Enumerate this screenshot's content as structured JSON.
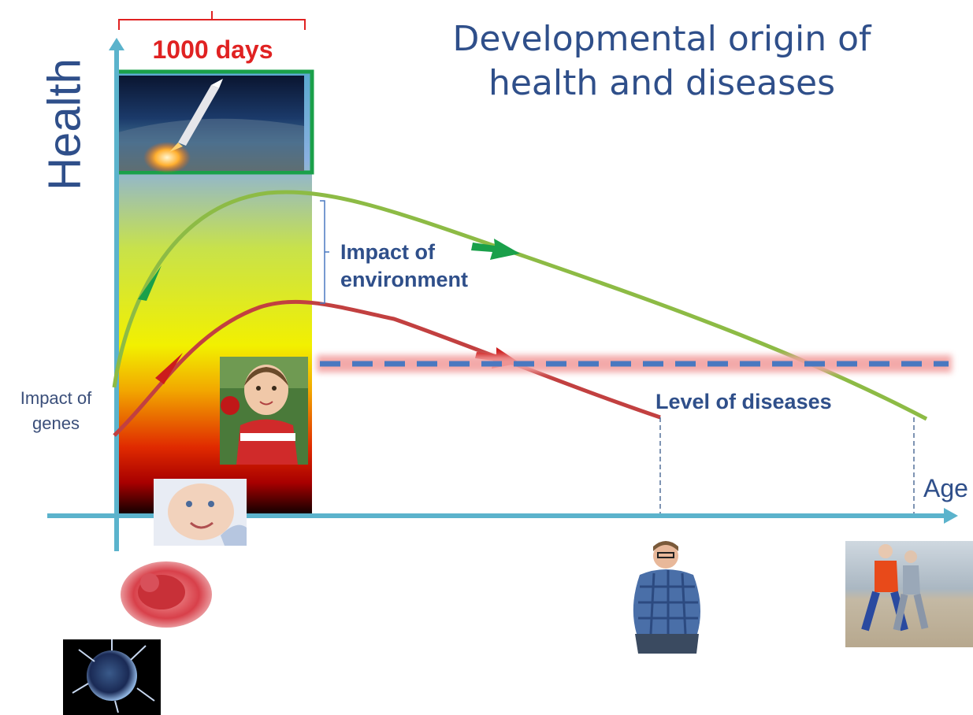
{
  "title": "Developmental origin of health and diseases",
  "y_axis_label": "Health",
  "x_axis_label": "Age",
  "window_label": "1000 days",
  "impact_genes_label": "Impact of genes",
  "impact_environment_label": "Impact of environment",
  "disease_level_label": "Level of diseases",
  "colors": {
    "axis": "#5bb3cc",
    "title_text": "#2f4f8a",
    "window_label": "#e02222",
    "window_border": "#1aa04a",
    "healthy_curve": "#8dbb45",
    "healthy_arrow": "#1aa04a",
    "unhealthy_curve": "#c24040",
    "unhealthy_arrow": "#cc1c1c",
    "disease_threshold_line": "#4a78c0",
    "disease_threshold_glow": "#f2a0a0"
  },
  "window_gradient": [
    "#5aa9cf",
    "#8ab0e0",
    "#c8e24a",
    "#f2f000",
    "#f2a800",
    "#e02a00",
    "#a80000",
    "#140000"
  ],
  "photos": [
    {
      "name": "rocket-launch-photo",
      "subject": "rocket launching over Earth"
    },
    {
      "name": "toddler-photo",
      "subject": "smiling toddler holding an apple"
    },
    {
      "name": "infant-photo",
      "subject": "smiling infant"
    },
    {
      "name": "fetus-photo",
      "subject": "fetus in the womb"
    },
    {
      "name": "egg-cell-photo",
      "subject": "egg cell surrounded by sperm"
    },
    {
      "name": "obese-man-photo",
      "subject": "overweight man in plaid shirt"
    },
    {
      "name": "elderly-couple-photo",
      "subject": "elderly couple jogging on a beach"
    }
  ]
}
